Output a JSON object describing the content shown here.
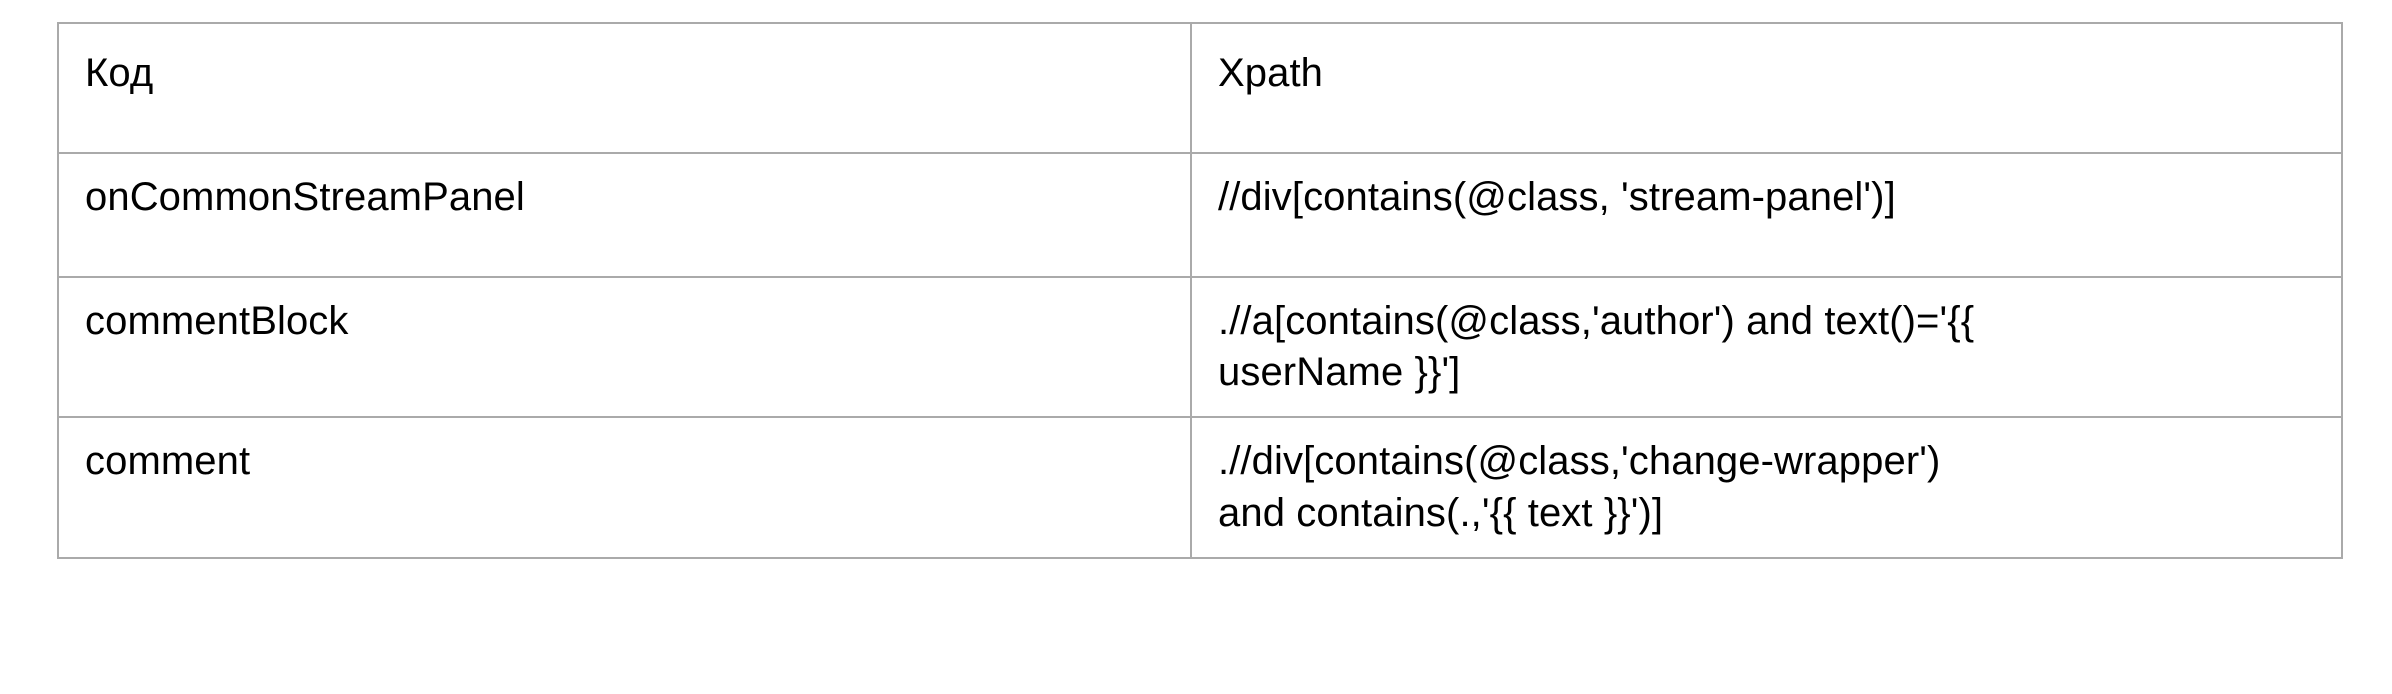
{
  "table": {
    "headers": {
      "code": "Код",
      "xpath": "Xpath"
    },
    "rows": [
      {
        "code": "onCommonStreamPanel",
        "xpath": "//div[contains(@class, 'stream-panel')]",
        "tall": false
      },
      {
        "code": "commentBlock",
        "xpath": ".//a[contains(@class,'author') and text()='{{\nuserName }}']",
        "tall": true
      },
      {
        "code": "comment",
        "xpath": ".//div[contains(@class,'change-wrapper')\nand contains(.,'{{ text }}')]",
        "tall": true
      }
    ]
  },
  "colors": {
    "border": "#aaaaaa",
    "text": "#000000",
    "background": "#ffffff"
  }
}
